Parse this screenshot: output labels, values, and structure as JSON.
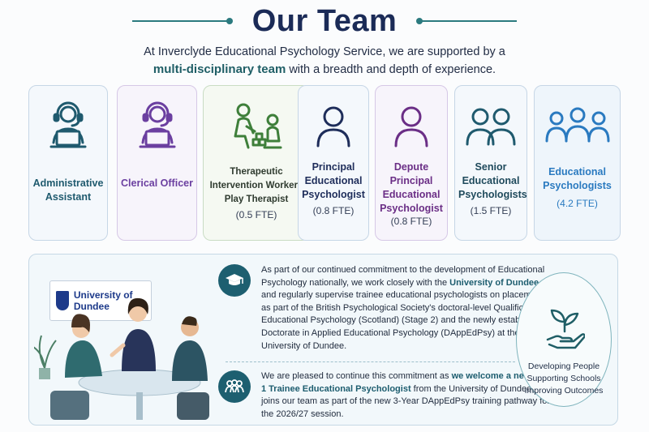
{
  "header": {
    "title": "Our Team",
    "intro_line1": "At Inverclyde Educational Psychology Service, we are supported by a",
    "intro_bold": "multi-disciplinary team",
    "intro_line2_rest": " with a breadth and depth of experience."
  },
  "team": [
    {
      "name": "Administrative Assistant",
      "fte": "",
      "icon": "headset-laptop-icon",
      "color": "#1f5a6e"
    },
    {
      "name": "Clerical Officer",
      "fte": "",
      "icon": "headset-laptop-icon",
      "color": "#6b3fa0"
    },
    {
      "name": "Therapeutic Intervention Worker / Play Therapist",
      "fte": "(0.5 FTE)",
      "icon": "play-therapy-icon",
      "color": "#3e7f3a"
    },
    {
      "name": "Principal Educational Psychologist",
      "fte": "(0.8 FTE)",
      "icon": "person-icon",
      "color": "#1e2d5a"
    },
    {
      "name": "Depute Principal Educational Psychologist",
      "fte": "(0.8 FTE)",
      "icon": "person-icon",
      "color": "#6b2e86"
    },
    {
      "name": "Senior Educational Psychologists",
      "fte": "(1.5 FTE)",
      "icon": "two-people-icon",
      "color": "#1f5a6e"
    },
    {
      "name": "Educational Psychologists",
      "fte": "(4.2 FTE)",
      "icon": "three-people-icon",
      "color": "#2a7ac0"
    }
  ],
  "partnership": {
    "university_name": "University of Dundee",
    "para1_a": "As part of our continued commitment to the development of Educational Psychology nationally, we work closely with the ",
    "para1_bold": "University of Dundee",
    "para1_b": " and regularly supervise trainee educational psychologists on placement, as part of the British Psychological Society's doctoral-level Qualification in Educational Psychology (Scotland) (Stage 2) and the newly established Doctorate in Applied Educational Psychology (DAppEdPsy) at the University of Dundee.",
    "para2_a": "We are pleased to continue this commitment as ",
    "para2_bold": "we welcome a new Year 1 Trainee Educational Psychologist",
    "para2_b": " from the University of Dundee, who joins our team as part of the new 3-Year DAppEdPsy training pathway for the 2026/27 session.",
    "graduation_icon": "graduation-cap-icon",
    "group_icon": "group-icon"
  },
  "motto": {
    "line1": "Developing People",
    "line2": "Supporting Schools",
    "line3": "Improving Outcomes",
    "icon": "plant-in-hand-icon"
  },
  "colors": {
    "navy": "#1b2b57",
    "teal": "#1f5e66",
    "accent": "#2b7a7f"
  }
}
